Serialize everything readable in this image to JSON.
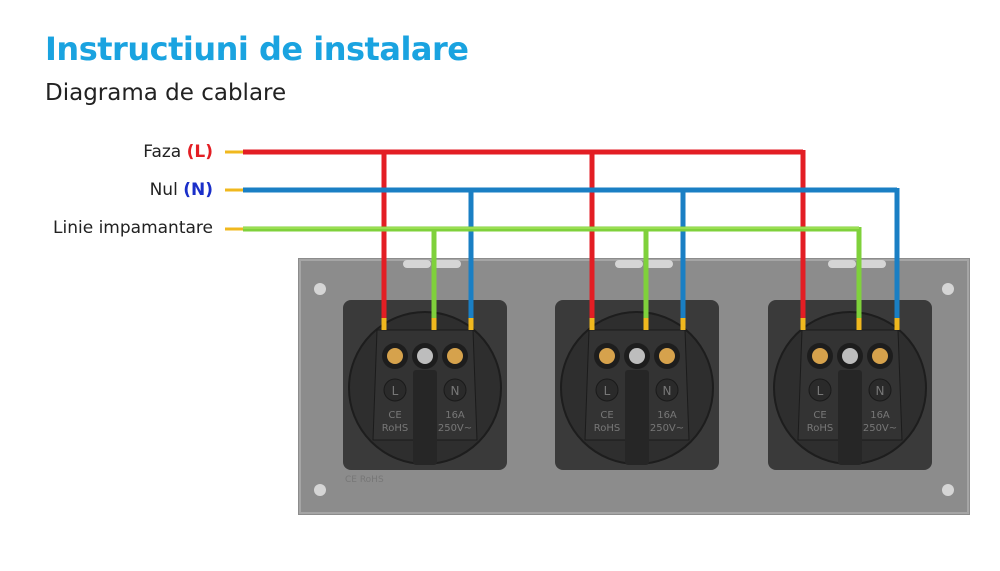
{
  "header": {
    "title": "Instructiuni de instalare",
    "subtitle": "Diagrama de cablare"
  },
  "legend": [
    {
      "label": "Faza",
      "code": "(L)",
      "color": "#e31e24"
    },
    {
      "label": "Nul",
      "code": "(N)",
      "color": "#1a2fc9"
    },
    {
      "label": "Linie impamantare",
      "code": "",
      "color": "#7fd13b"
    }
  ],
  "wire_colors": {
    "phase": "#e31e24",
    "neutral": "#1a7fc4",
    "earth": "#7fd13b",
    "tip": "#f0b81e"
  },
  "socket": {
    "marks": [
      "CE",
      "RoHS",
      "16A",
      "250V~"
    ],
    "terminal_l": "L",
    "terminal_n": "N",
    "frame_mark": "CE RoHS"
  },
  "panel": {
    "color": "#8c8c8c",
    "socket_count": 3
  }
}
